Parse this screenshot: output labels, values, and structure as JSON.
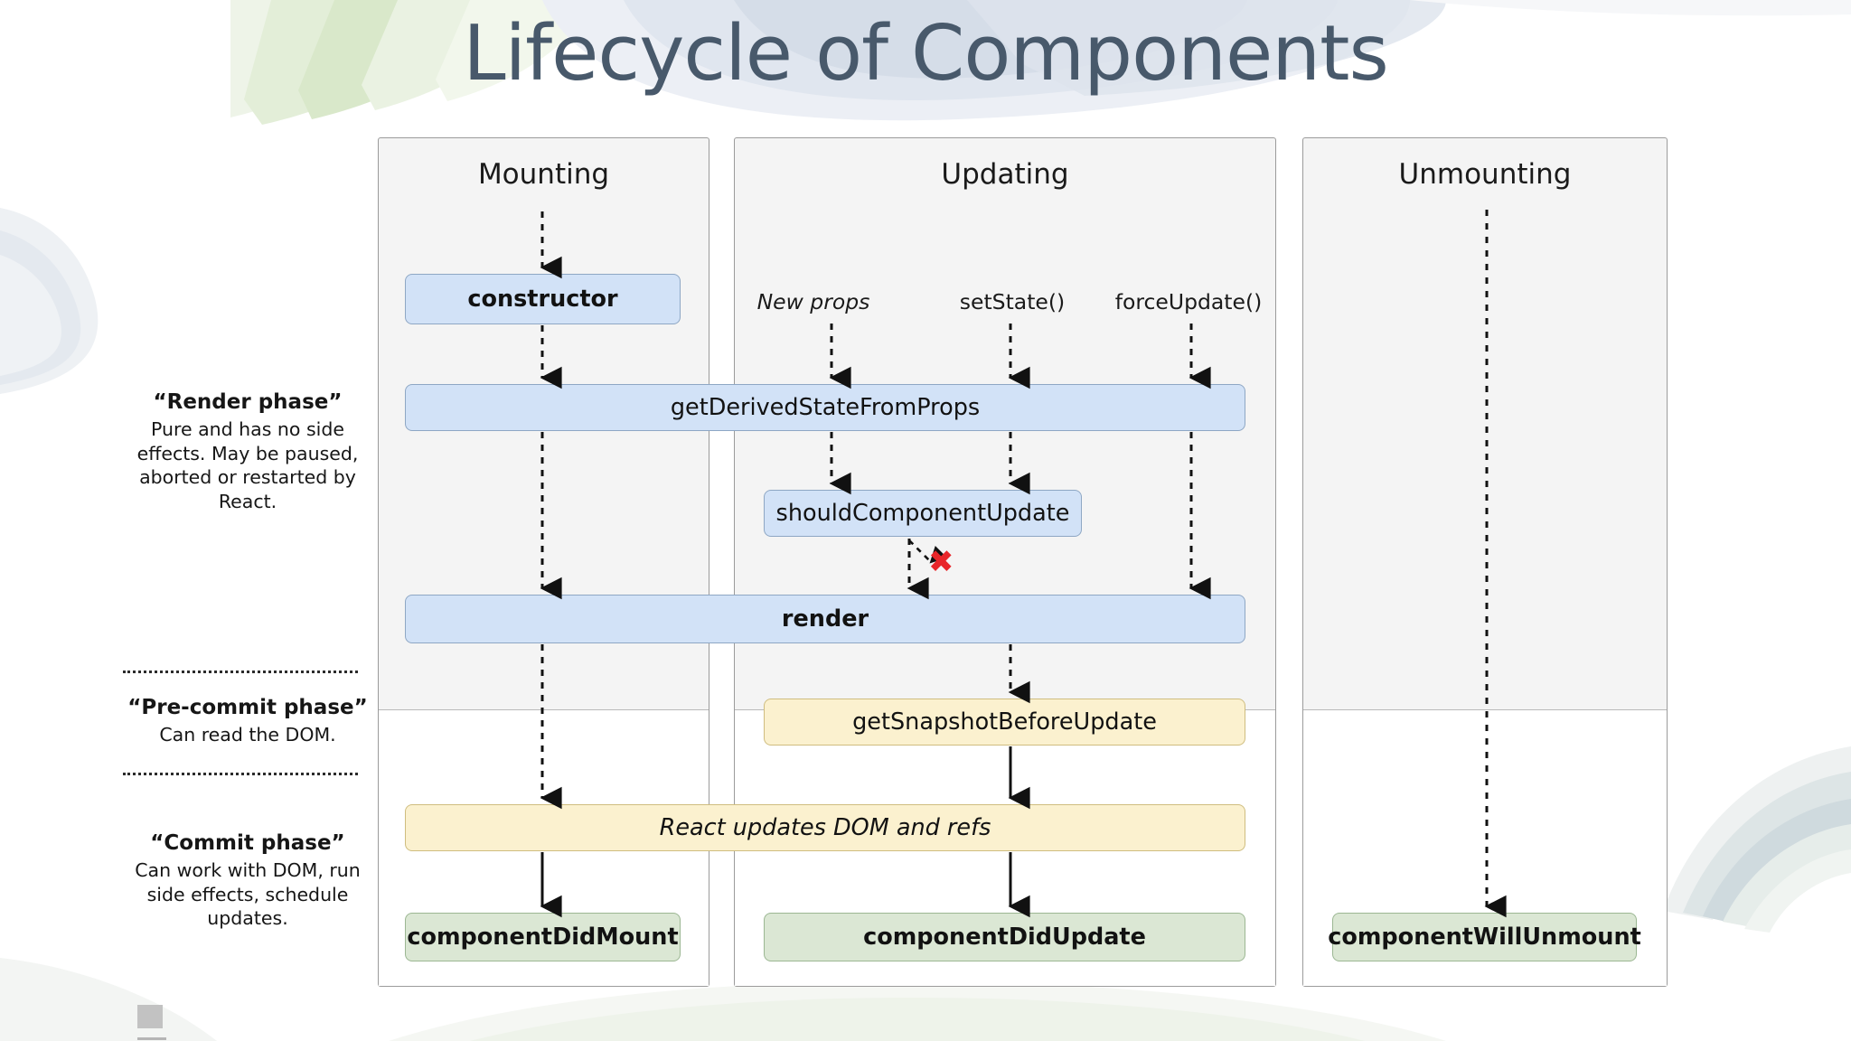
{
  "slide": {
    "title": "Lifecycle of Components"
  },
  "columns": [
    {
      "name": "mounting",
      "header": "Mounting"
    },
    {
      "name": "updating",
      "header": "Updating"
    },
    {
      "name": "unmounting",
      "header": "Unmounting"
    }
  ],
  "phases": [
    {
      "name": "render-phase",
      "title": "“Render phase”",
      "description": "Pure and has no side effects. May be paused, aborted or restarted by React."
    },
    {
      "name": "pre-commit-phase",
      "title": "“Pre-commit phase”",
      "description": "Can read the DOM."
    },
    {
      "name": "commit-phase",
      "title": "“Commit phase”",
      "description": "Can work with DOM, run side effects, schedule updates."
    }
  ],
  "triggers": [
    {
      "name": "new-props",
      "label": "New props",
      "style": "italic"
    },
    {
      "name": "set-state",
      "label": "setState()",
      "style": "normal"
    },
    {
      "name": "force-update",
      "label": "forceUpdate()",
      "style": "normal"
    }
  ],
  "nodes": {
    "constructor": "constructor",
    "get_derived_state": "getDerivedStateFromProps",
    "should_component_update": "shouldComponentUpdate",
    "render": "render",
    "get_snapshot": "getSnapshotBeforeUpdate",
    "react_updates": "React updates DOM and refs",
    "component_did_mount": "componentDidMount",
    "component_did_update": "componentDidUpdate",
    "component_will_unmount": "componentWillUnmount"
  },
  "markers": {
    "abort_x": "✖"
  },
  "colors": {
    "title": "#48596b",
    "blue_node": "#d2e2f7",
    "blue_border": "#8ea7c4",
    "cream_node": "#fbf1cf",
    "cream_border": "#cfbd7f",
    "green_node": "#dbe7d4",
    "green_border": "#9cb793",
    "panel_bg": "#f4f4f4",
    "panel_border": "#9b9b9b",
    "abort_red": "#e8262a",
    "accent_green_band": "#dce8d2",
    "accent_blue_band": "#ccd7e4"
  }
}
